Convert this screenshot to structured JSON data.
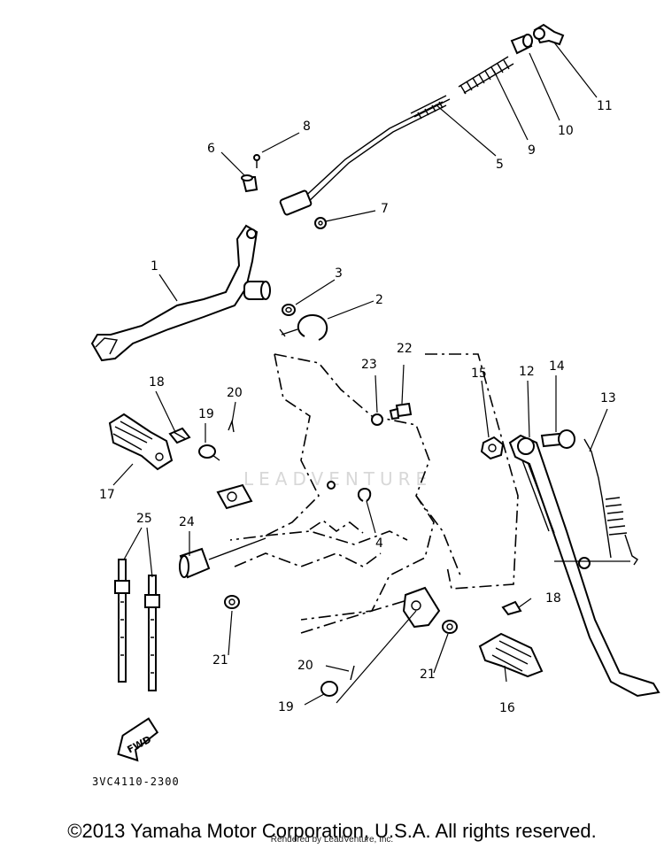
{
  "callouts": [
    "1",
    "2",
    "3",
    "4",
    "5",
    "6",
    "7",
    "8",
    "9",
    "10",
    "11",
    "12",
    "13",
    "14",
    "15",
    "16",
    "17",
    "18",
    "19",
    "20",
    "21",
    "22",
    "23",
    "24",
    "25"
  ],
  "fwd_label": "FWD",
  "watermark": "LEADVENTURE",
  "part_number": "3VC4110-2300",
  "copyright": "©2013 Yamaha Motor Corporation, U.S.A. All rights reserved.",
  "rendered_by": "Rendered by LeadVenture, Inc."
}
